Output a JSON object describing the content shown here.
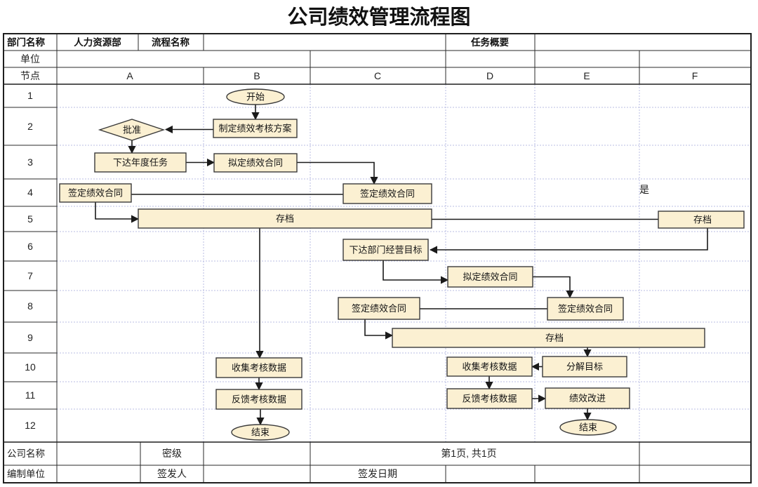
{
  "title": "公司绩效管理流程图",
  "header": {
    "dept_name_label": "部门名称",
    "dept_name_value": "人力资源部",
    "process_name_label": "流程名称",
    "task_summary_label": "任务概要",
    "unit_label": "单位",
    "node_label": "节点",
    "columns": [
      "A",
      "B",
      "C",
      "D",
      "E",
      "F"
    ]
  },
  "row_numbers": [
    "1",
    "2",
    "3",
    "4",
    "5",
    "6",
    "7",
    "8",
    "9",
    "10",
    "11",
    "12"
  ],
  "nodes": {
    "start": "开始",
    "approve": "批准",
    "create_plan": "制定绩效考核方案",
    "issue_annual_tasks": "下达年度任务",
    "draft_contract_b": "拟定绩效合同",
    "sign_contract_a": "签定绩效合同",
    "sign_contract_c1": "签定绩效合同",
    "archive_bc": "存档",
    "archive_f": "存档",
    "yes_label": "是",
    "issue_dept_goals": "下达部门经营目标",
    "draft_contract_d": "拟定绩效合同",
    "sign_contract_c2": "签定绩效合同",
    "sign_contract_e": "签定绩效合同",
    "archive_cf": "存档",
    "collect_data_b": "收集考核数据",
    "collect_data_d": "收集考核数据",
    "decompose_goals": "分解目标",
    "feedback_data_b": "反馈考核数据",
    "feedback_data_d": "反馈考核数据",
    "improve": "绩效改进",
    "end_b": "结束",
    "end_e": "结束"
  },
  "footer": {
    "company_name_label": "公司名称",
    "secrecy_label": "密级",
    "page_info": "第1页, 共1页",
    "prepared_by_label": "编制单位",
    "issuer_label": "签发人",
    "issue_date_label": "签发日期"
  },
  "colors": {
    "node_fill": "#fbf0d2",
    "node_border": "#3a3a3a",
    "grid_dashed": "#b9bce3",
    "table_border": "#1f1f1f",
    "connector": "#1a1a1a"
  }
}
